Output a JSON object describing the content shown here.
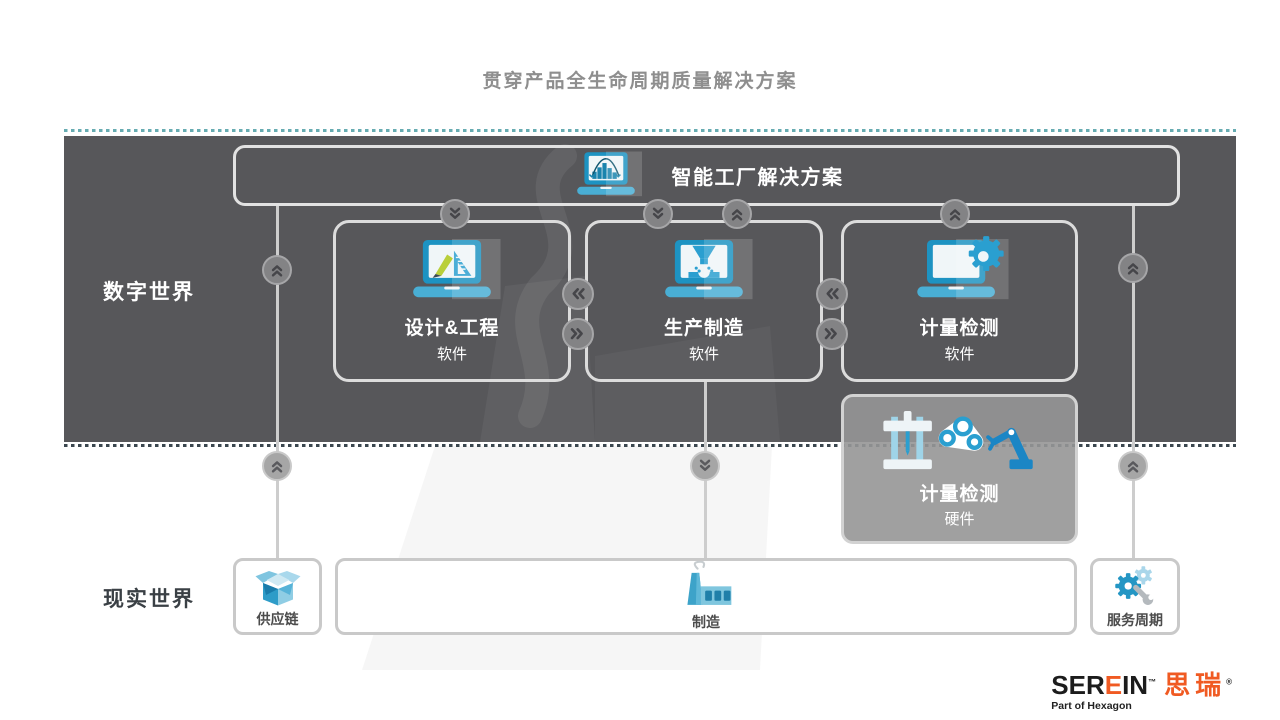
{
  "title": "贯穿产品全生命周期质量解决方案",
  "labels": {
    "digital_world": "数字世界",
    "real_world": "现实世界"
  },
  "smart_factory": {
    "label": "智能工厂解决方案",
    "icon": "laptop-analytics-icon"
  },
  "software_boxes": [
    {
      "title": "设计&工程",
      "subtitle": "软件",
      "icon": "laptop-design-icon"
    },
    {
      "title": "生产制造",
      "subtitle": "软件",
      "icon": "laptop-machining-icon"
    },
    {
      "title": "计量检测",
      "subtitle": "软件",
      "icon": "laptop-gear-icon"
    }
  ],
  "hardware_box": {
    "title": "计量检测",
    "subtitle": "硬件",
    "icon": "cmm-robot-arm-icon"
  },
  "real_world_boxes": [
    {
      "label": "供应链",
      "icon": "open-box-icon"
    },
    {
      "label": "制造",
      "icon": "factory-icon"
    },
    {
      "label": "服务周期",
      "icon": "gear-wrench-icon"
    }
  ],
  "logo": {
    "part1": "SER",
    "part2": "E",
    "part3": "IN",
    "mark1": "™",
    "cn": "思瑞",
    "mark2": "®",
    "tagline": "Part of Hexagon"
  },
  "colors": {
    "accent_blue": "#2a9fd0",
    "dark_blue": "#1d93c2",
    "light_blue": "#7fc5e0",
    "band_gray": "#57575a",
    "brand_orange": "#f05a22",
    "teal_dotted": "#67acb2",
    "dark_dotted": "#3b474f",
    "pencil_green": "#b9cf3a"
  }
}
